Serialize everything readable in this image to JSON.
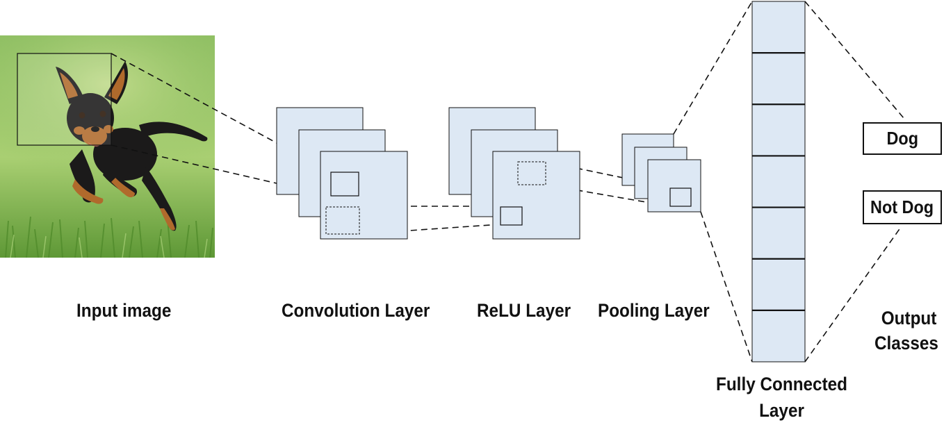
{
  "labels": {
    "input_image": "Input image",
    "convolution_layer": "Convolution Layer",
    "relu_layer": "ReLU Layer",
    "pooling_layer": "Pooling Layer",
    "fully_connected_line1": "Fully Connected",
    "fully_connected_line2": "Layer",
    "output_classes_line1": "Output",
    "output_classes_line2": "Classes"
  },
  "outputs": [
    "Dog",
    "Not Dog"
  ],
  "fully_connected_cells": 7,
  "colors": {
    "feature_map_fill": "#dde8f4",
    "stroke": "#111111",
    "grass_light": "#9cc86a",
    "grass_dark": "#5f9a36",
    "dog_body": "#1b1a1a",
    "dog_tan": "#b06a2c"
  }
}
